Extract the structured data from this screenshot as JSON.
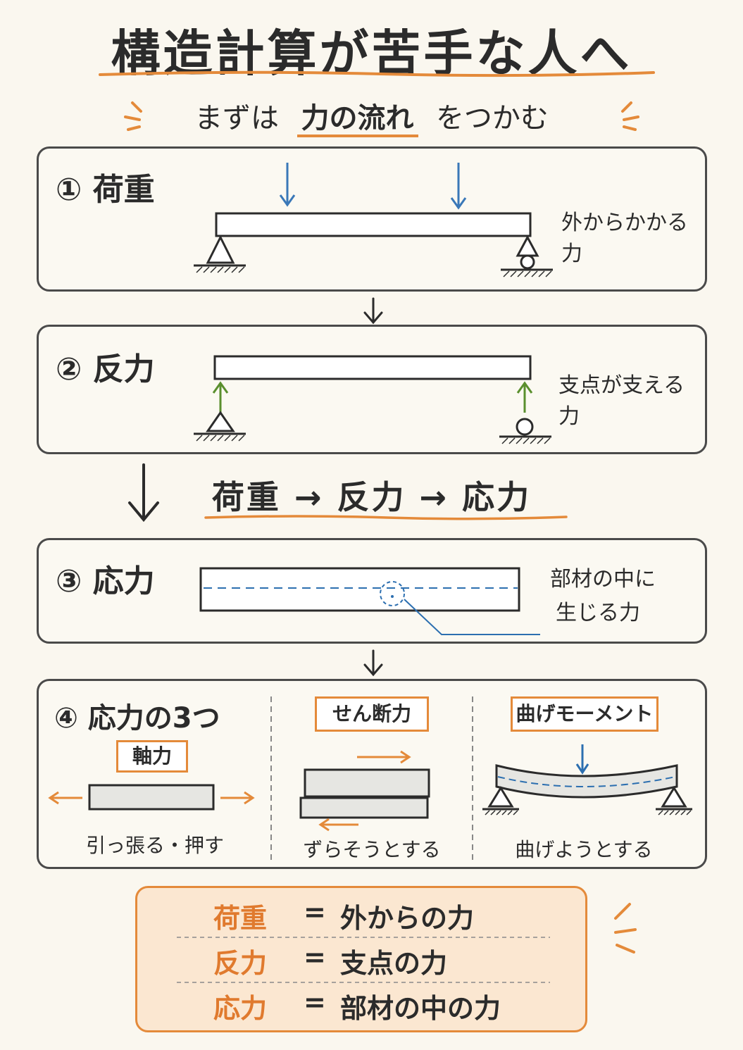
{
  "title": "構造計算が苦手な人へ",
  "subtitle": {
    "prefix": "まずは",
    "emphasis": "力の流れ",
    "suffix": "をつかむ"
  },
  "colors": {
    "accent": "#e48a3a",
    "load_arrow": "#3a78b8",
    "reaction_arrow": "#5a8f2e",
    "stress_line": "#2c6fb0"
  },
  "panels": {
    "load": {
      "title": "① 荷重",
      "note": "外からかかる力"
    },
    "reaction": {
      "title": "② 反力",
      "note": "支点が支える力"
    },
    "stress": {
      "title": "③ 応力",
      "note_line1": "部材の中に",
      "note_line2": "生じる力"
    },
    "types": {
      "title": "④ 応力の3つ",
      "axial": {
        "tag": "軸力",
        "caption": "引っ張る・押す"
      },
      "shear": {
        "tag": "せん断力",
        "caption": "ずらそうとする"
      },
      "moment": {
        "tag": "曲げモーメント",
        "caption": "曲げようとする"
      }
    }
  },
  "flow": {
    "step1": "荷重",
    "step2": "反力",
    "step3": "応力"
  },
  "summary": [
    {
      "term": "荷重",
      "eq": "=",
      "def": "外からの力"
    },
    {
      "term": "反力",
      "eq": "=",
      "def": "支点の力"
    },
    {
      "term": "応力",
      "eq": "=",
      "def": "部材の中の力"
    }
  ]
}
